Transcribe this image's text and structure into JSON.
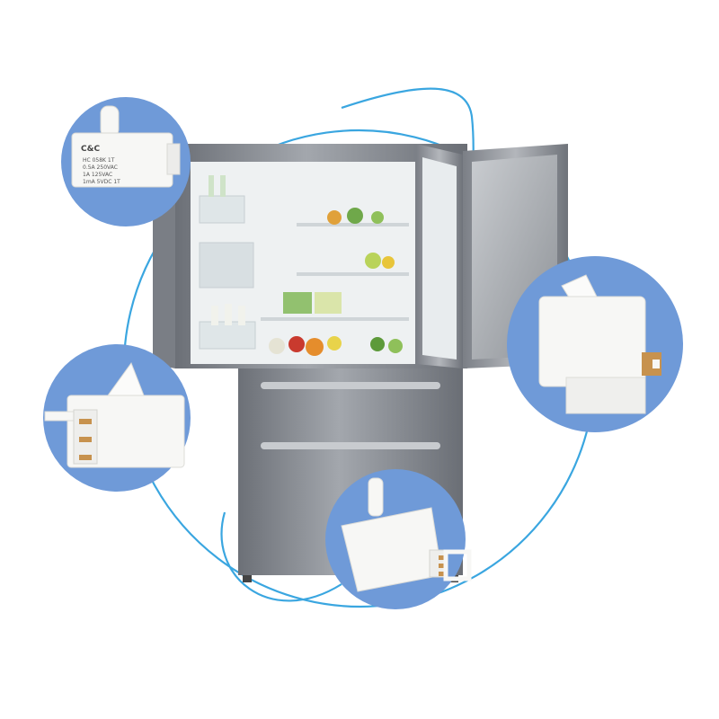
{
  "colors": {
    "background": "#ffffff",
    "accent_circle": "#6f9ad8",
    "orbit_line": "#3aa6e0",
    "steel": "#8d9198",
    "steel_dark": "#5d6168",
    "interior": "#f2f4f5",
    "switch_white": "#f7f7f5",
    "brass": "#c7924e"
  },
  "switch_labels": {
    "brand": "C&C",
    "lines": [
      "HC 058K 1T",
      "0.5A 250VAC",
      "1A 125VAC",
      "1mA 5VDC 1T"
    ]
  }
}
